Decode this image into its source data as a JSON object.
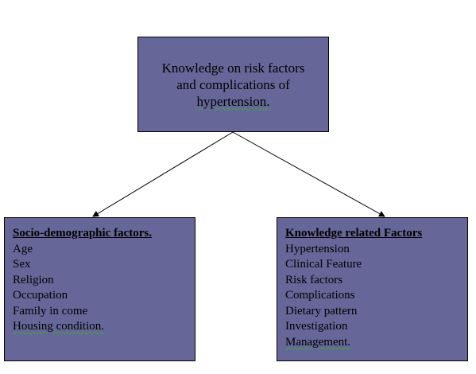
{
  "colors": {
    "box_fill": "#666699",
    "box_border": "#000000",
    "connector": "#000000"
  },
  "top_box": {
    "lines": [
      "Knowledge on risk factors",
      "and complications of",
      "hypertension."
    ]
  },
  "left_box": {
    "heading": "Socio-demographic factors.",
    "items": [
      "Age",
      "Sex",
      "Religion",
      "Occupation",
      "Family in come",
      "Housing condition."
    ]
  },
  "right_box": {
    "heading": "Knowledge related Factors",
    "items": [
      "Hypertension",
      "Clinical Feature",
      "Risk factors",
      "Complications",
      "Dietary pattern",
      "Investigation",
      "Management."
    ]
  }
}
